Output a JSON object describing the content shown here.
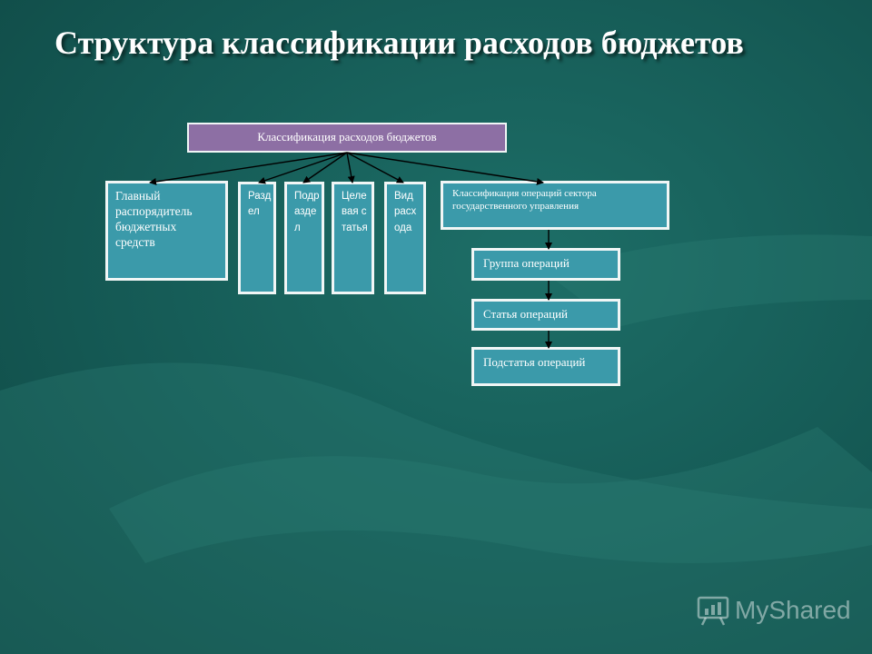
{
  "title": "Структура классификации расходов бюджетов",
  "root": "Классификация расходов бюджетов",
  "children": {
    "main": "Главный распорядитель бюджетных средств",
    "section": "Раздел",
    "subsection": "Подраздел",
    "target": "Целевая статья",
    "expense_type": "Вид расхода",
    "sector": "Классификация операций сектора государственного управления"
  },
  "sector_chain": [
    "Группа операций",
    "Статья операций",
    "Подстатья операций"
  ],
  "watermark": "MyShared",
  "colors": {
    "background": "#155a55",
    "box": "#3b9aaa",
    "root": "#8d6fa4",
    "border": "#f1f6f6"
  }
}
